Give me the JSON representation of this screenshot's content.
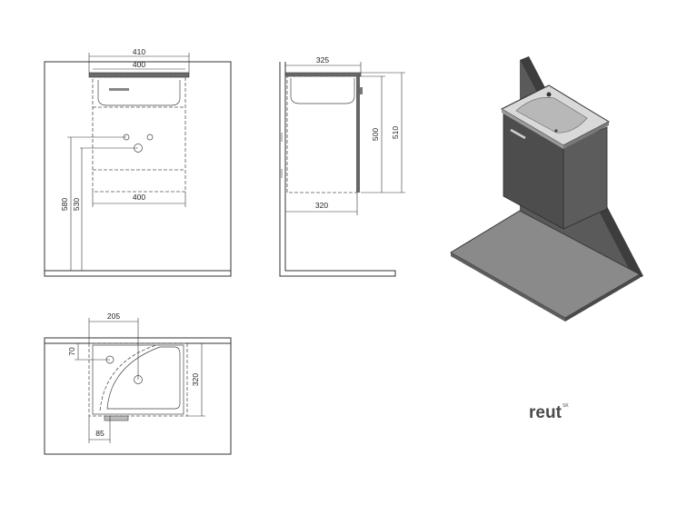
{
  "front_view": {
    "dim_top_overall": "410",
    "dim_top_basin": "400",
    "dim_bottom_width": "400",
    "dim_height_580": "580",
    "dim_height_530": "530"
  },
  "side_view": {
    "dim_depth_top": "325",
    "dim_depth_bottom": "320",
    "dim_height_500": "500",
    "dim_height_510": "510"
  },
  "top_view": {
    "dim_205": "205",
    "dim_70": "70",
    "dim_320": "320",
    "dim_85": "85"
  },
  "brand": {
    "name": "reut",
    "mark": "SK"
  },
  "colors": {
    "cabinet_dark": "#4d4d4d",
    "wall_dark": "#555555",
    "floor_gray": "#8a8a8a",
    "basin_light": "#cfcfcf"
  }
}
